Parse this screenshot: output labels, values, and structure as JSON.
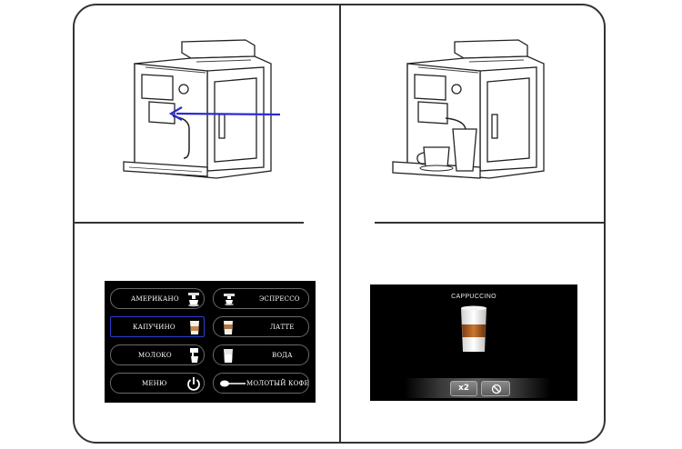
{
  "menu_screen": {
    "items": [
      {
        "label": "АМЕРИКАНО",
        "icon": "americano-cup-icon"
      },
      {
        "label": "ЭСПРЕССО",
        "icon": "espresso-cup-icon"
      },
      {
        "label": "КАПУЧИНО",
        "icon": "cappuccino-glass-icon",
        "selected": true
      },
      {
        "label": "ЛАТТЕ",
        "icon": "latte-glass-icon"
      },
      {
        "label": "МОЛОКО",
        "icon": "milk-pitcher-icon"
      },
      {
        "label": "ВОДА",
        "icon": "water-glass-icon"
      },
      {
        "label": "МЕНЮ",
        "icon": "menu-power-icon"
      },
      {
        "label": "МОЛОТЫЙ КОФЕ",
        "icon": "ground-coffee-spoon-icon"
      }
    ],
    "selected_outline_color": "#2a3fd0"
  },
  "cappuccino_screen": {
    "title": "CAPPUCCINO",
    "multiplier_label": "x2",
    "cancel_icon": "cancel-icon"
  },
  "illustration": {
    "arrow_color": "#2b2bd6"
  }
}
